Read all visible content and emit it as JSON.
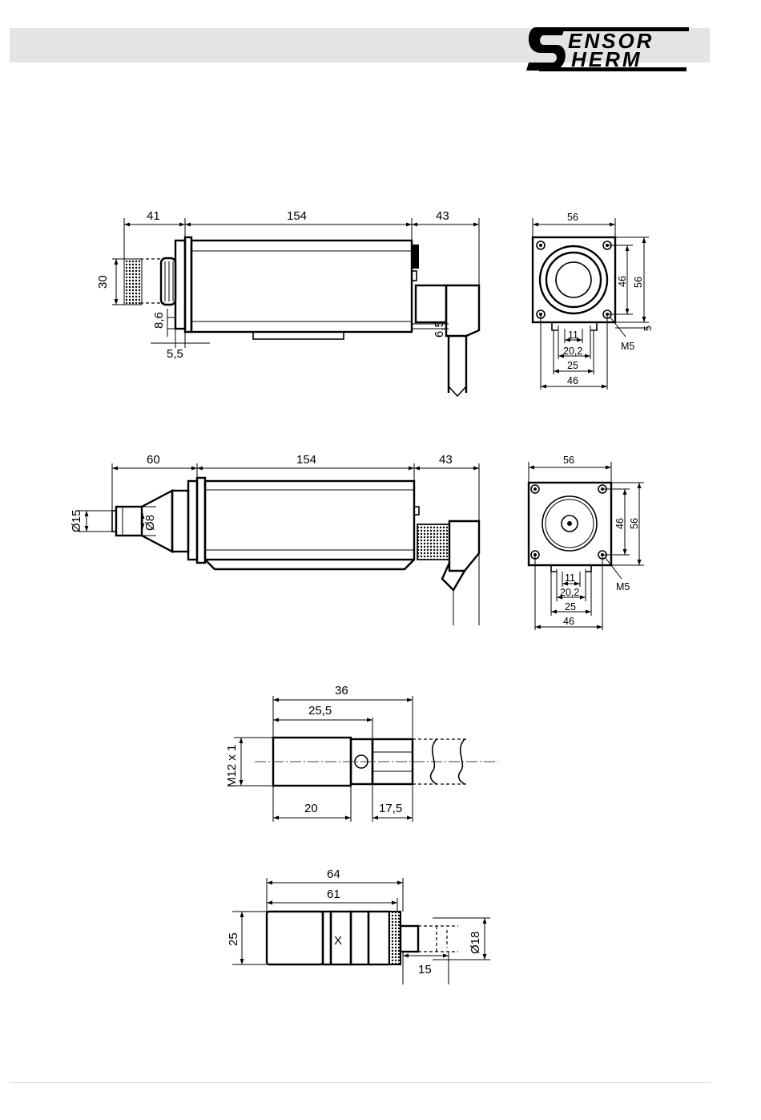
{
  "brand": {
    "line1": "ENSOR",
    "line2": "HERM",
    "initial": "S"
  },
  "drawing1": {
    "side": {
      "d_left": "41",
      "d_body": "154",
      "d_right": "43",
      "d_height": "30",
      "d_86": "8,6",
      "d_55": "5,5",
      "d_65": "6,5"
    },
    "front": {
      "d_top": "56",
      "d_46": "46",
      "d_56": "56",
      "d_5": "5",
      "d_11": "11",
      "d_202": "20,2",
      "d_25": "25",
      "d_46b": "46",
      "thread": "M5"
    }
  },
  "drawing2": {
    "side": {
      "d_left": "60",
      "d_body": "154",
      "d_right": "43",
      "d_15": "Ø15",
      "d_8": "Ø8"
    },
    "front": {
      "d_top": "56",
      "d_46": "46",
      "d_56": "56",
      "d_11": "11",
      "d_202": "20,2",
      "d_25": "25",
      "d_46b": "46",
      "thread": "M5"
    }
  },
  "drawing3": {
    "d_36": "36",
    "d_255": "25,5",
    "d_20": "20",
    "d_175": "17,5",
    "thread": "M12 x 1"
  },
  "drawing4": {
    "d_64": "64",
    "d_61": "61",
    "d_25": "25",
    "d_15": "15",
    "d_18": "Ø18",
    "mark": "X"
  }
}
